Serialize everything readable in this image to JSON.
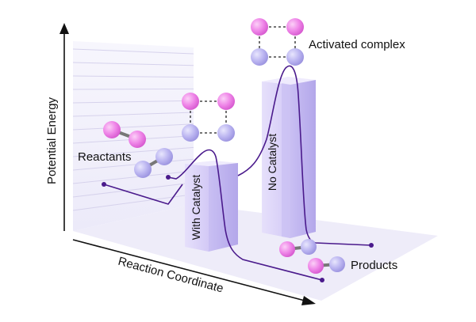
{
  "axes": {
    "y_label": "Potential Energy",
    "x_label": "Reaction Coordinate"
  },
  "labels": {
    "reactants": "Reactants",
    "products": "Products",
    "activated_complex": "Activated complex",
    "with_catalyst": "With Catalyst",
    "no_catalyst": "No Catalyst"
  },
  "colors": {
    "curve": "#4a1a8c",
    "atom_pink": "#ee7fe6",
    "atom_lavender": "#b7b1ef",
    "bar_face": "#d6cdf7",
    "bar_side": "#bdb1ee",
    "floor": "#eceaf9",
    "wall_line": "#d6d2ec",
    "axis": "#111111"
  }
}
